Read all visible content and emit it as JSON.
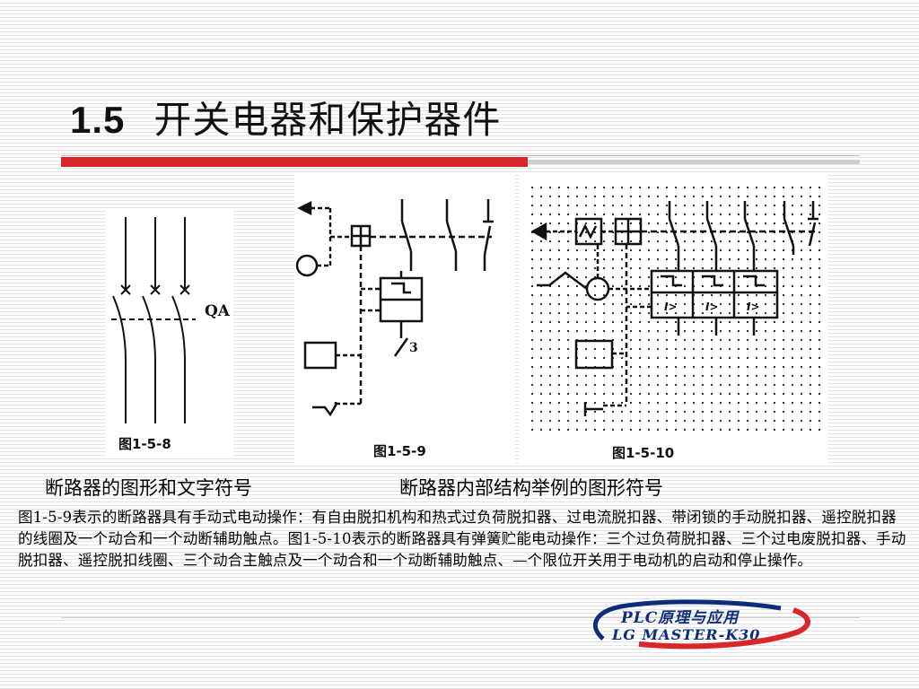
{
  "slide": {
    "title_number": "1.5",
    "title_text": "开关电器和保护器件"
  },
  "figures": {
    "fig1": {
      "label_qa": "QA",
      "caption": "图1-5-8"
    },
    "fig2": {
      "label_3": "3",
      "caption": "图1-5-9"
    },
    "fig3": {
      "caption": "图1-5-10"
    }
  },
  "captions": {
    "left": "断路器的图形和文字符号",
    "right": "断路器内部结构举例的图形符号"
  },
  "description": "图1-5-9表示的断路器具有手动式电动操作：有自由脱扣机构和热式过负荷脱扣器、过电流脱扣器、带闭锁的手动脱扣器、遥控脱扣器的线圈及一个动合和一个动断辅助触点。图1-5-10表示的断路器具有弹簧贮能电动操作：三个过负荷脱扣器、三个过电废脱扣器、手动脱扣器、遥控脱扣线圈、三个动合主触点及一个动合和一个动断辅助触点、—个限位开关用于电动机的启动和停止操作。",
  "logo": {
    "line1": "PLC原理与应用",
    "line2": "LG MASTER-K30"
  },
  "colors": {
    "accent_red": "#d7272b",
    "logo_blue": "#0c2d7a"
  }
}
